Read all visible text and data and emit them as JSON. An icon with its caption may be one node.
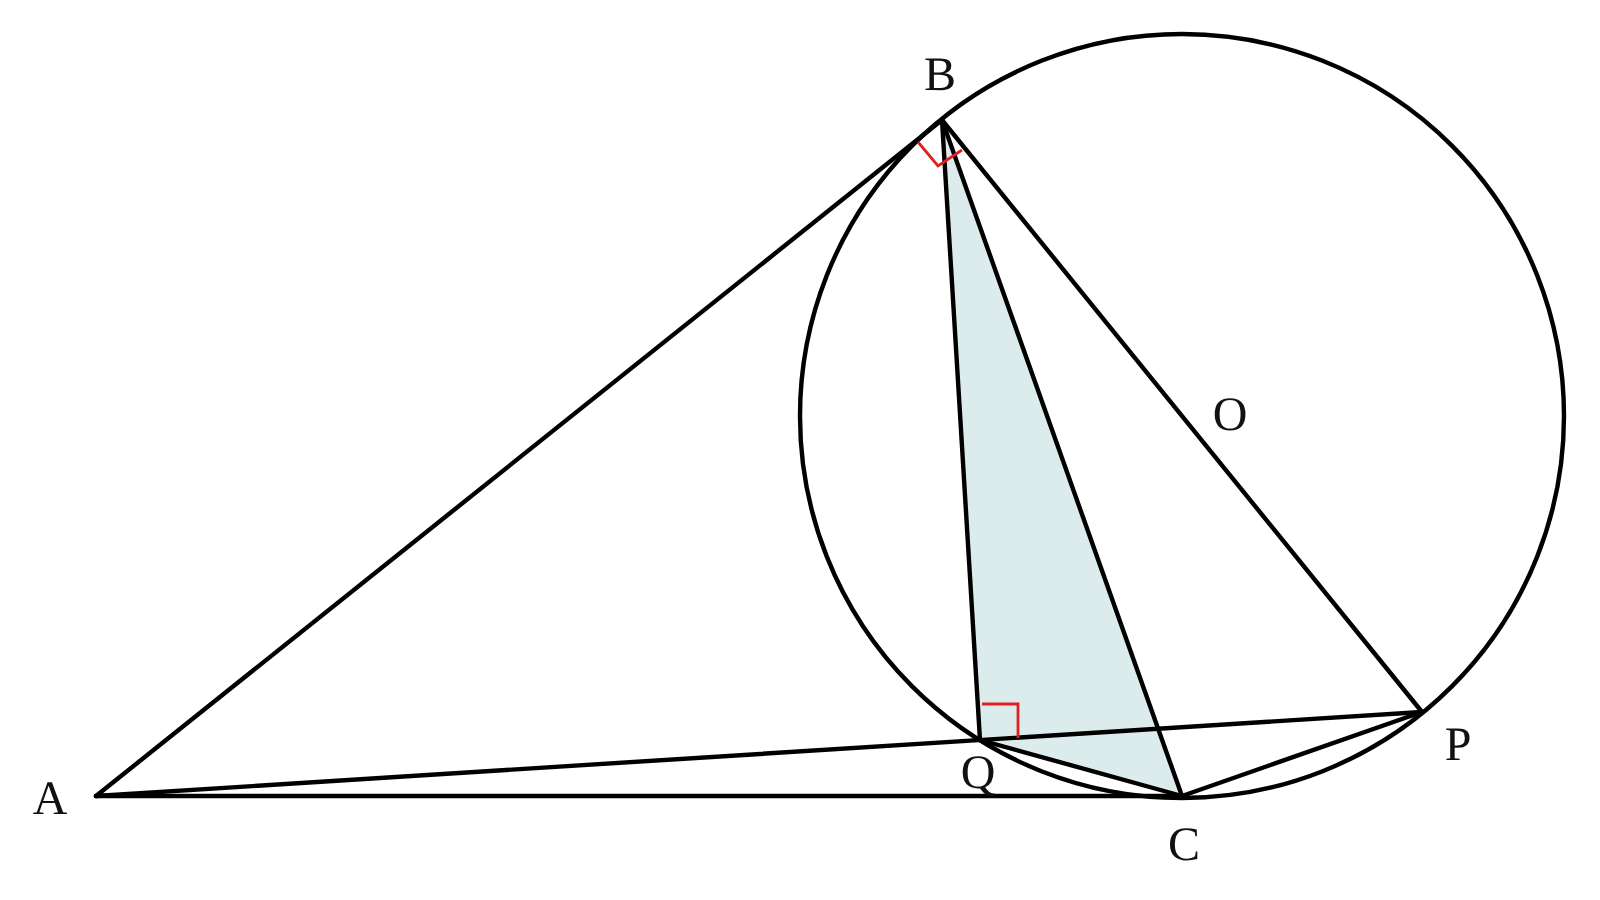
{
  "diagram": {
    "labels": [
      "B",
      "O",
      "A",
      "Q",
      "P",
      "C"
    ]
  }
}
